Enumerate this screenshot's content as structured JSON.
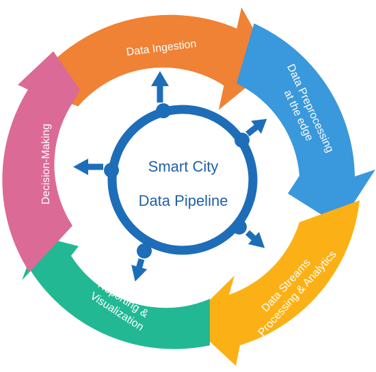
{
  "center": {
    "title_line1": "Smart City",
    "title_line2": "Data Pipeline",
    "ring_color": "#1e6db8",
    "text_color": "#1f5fa8"
  },
  "stages": [
    {
      "id": "ingestion",
      "lines": [
        "Data Ingestion"
      ],
      "color": "#ef8234"
    },
    {
      "id": "preprocessing",
      "lines": [
        "Data Preprocessing",
        "at the edge"
      ],
      "color": "#3a98dc"
    },
    {
      "id": "streams",
      "lines": [
        "Data Streams",
        "Processing & Analytics"
      ],
      "color": "#fbb116"
    },
    {
      "id": "reporting",
      "lines": [
        "Reporting &",
        "Visualization"
      ],
      "color": "#23b894"
    },
    {
      "id": "decision",
      "lines": [
        "Decision-Making"
      ],
      "color": "#db6a96"
    }
  ]
}
